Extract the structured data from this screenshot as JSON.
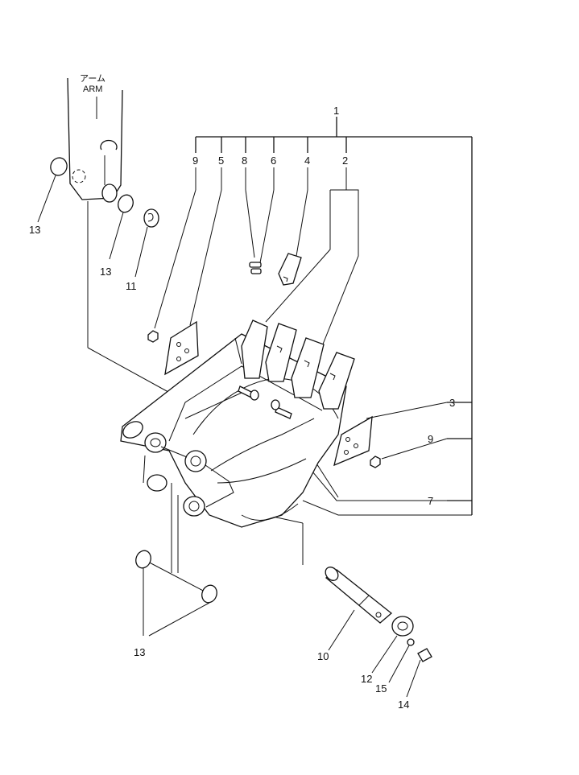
{
  "diagram": {
    "arm_label_jp": "アーム",
    "arm_label_en": "ARM",
    "callouts": {
      "c1": "1",
      "c2": "2",
      "c3": "3",
      "c4": "4",
      "c5": "5",
      "c6": "6",
      "c7": "7",
      "c8": "8",
      "c9a": "9",
      "c9b": "9",
      "c10": "10",
      "c11": "11",
      "c12": "12",
      "c13a": "13",
      "c13b": "13",
      "c13c": "13",
      "c14": "14",
      "c15": "15"
    }
  }
}
